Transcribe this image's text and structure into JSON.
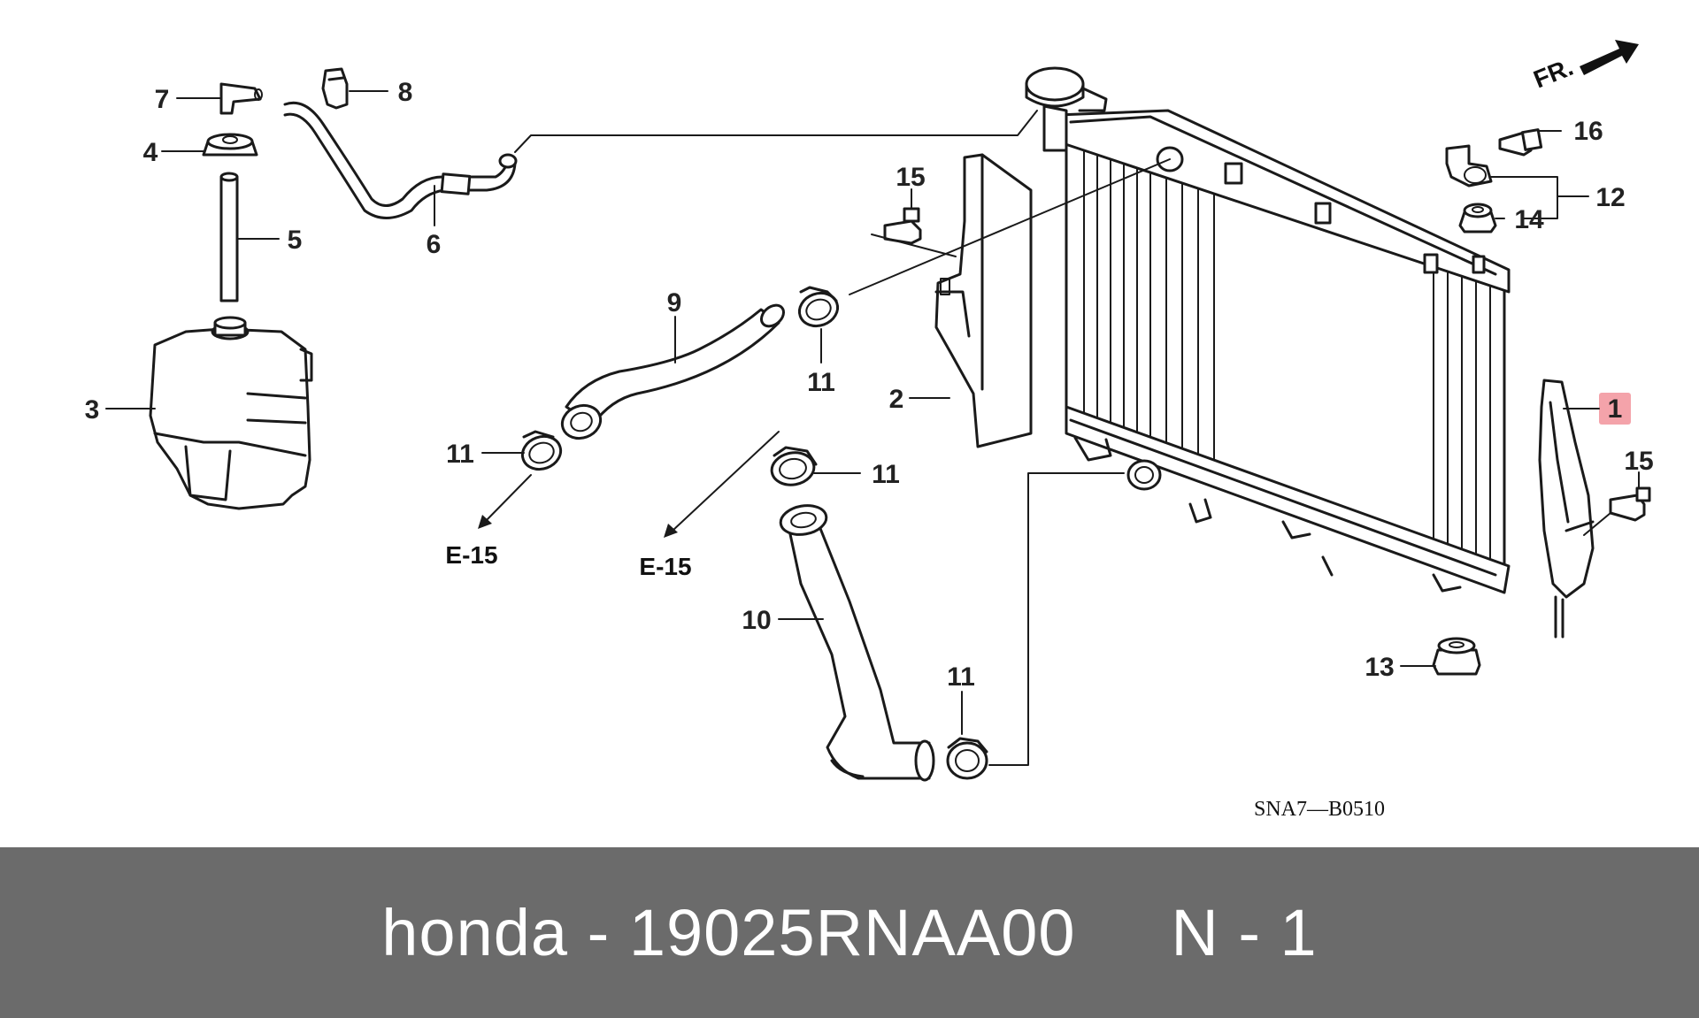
{
  "colors": {
    "footer_bg": "#6b6b6b",
    "footer_text": "#ffffff",
    "highlight": "#f4a3aa",
    "line": "#1a1a1a"
  },
  "diagram": {
    "direction_label": "FR.",
    "diagram_code": "SNA7—B0510",
    "highlighted_callout": "1",
    "callouts": {
      "c1": "1",
      "c2": "2",
      "c3": "3",
      "c4": "4",
      "c5": "5",
      "c6": "6",
      "c7": "7",
      "c8": "8",
      "c9": "9",
      "c10": "10",
      "c11a": "11",
      "c11b": "11",
      "c11c": "11",
      "c11d": "11",
      "c12": "12",
      "c13": "13",
      "c14": "14",
      "c15a": "15",
      "c15b": "15",
      "c16": "16"
    },
    "references": {
      "e15a": "E-15",
      "e15b": "E-15"
    }
  },
  "footer": {
    "brand": "honda",
    "separator": "-",
    "part_number": "19025RNAA00",
    "suffix": "N - 1"
  }
}
